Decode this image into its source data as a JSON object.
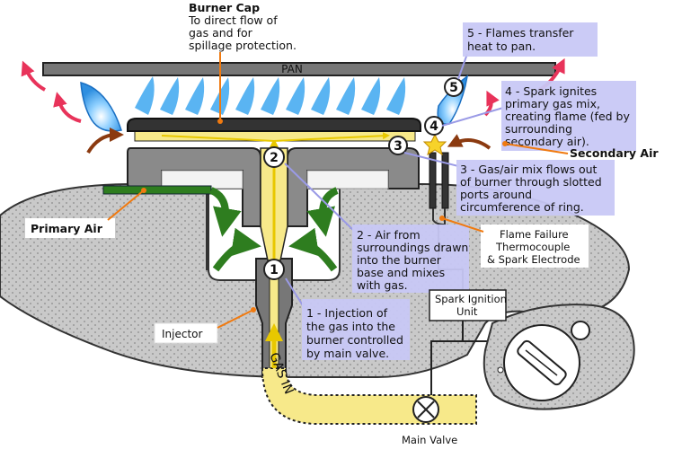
{
  "pan_label": "PAN",
  "burner_cap": {
    "title": "Burner Cap",
    "lines": [
      "To direct flow of",
      "gas and for",
      "spillage protection."
    ]
  },
  "labels": {
    "primary_air": "Primary Air",
    "secondary_air": "Secondary Air",
    "injector": "Injector",
    "flame_failure": [
      "Flame Failure",
      "Thermocouple",
      "& Spark Electrode"
    ],
    "spark_unit": [
      "Spark Ignition",
      "Unit"
    ],
    "main_valve": "Main Valve",
    "gas_in": "GAS IN"
  },
  "steps": [
    {
      "num": "1",
      "lines": [
        "1 - Injection of",
        "the gas into the",
        "burner controlled",
        "by main valve."
      ]
    },
    {
      "num": "2",
      "lines": [
        "2 - Air from",
        "surroundings drawn",
        "into the burner",
        "base and mixes",
        "with gas."
      ]
    },
    {
      "num": "3",
      "lines": [
        "3 - Gas/air mix flows out",
        "of burner through slotted",
        "ports around",
        "circumference of ring."
      ]
    },
    {
      "num": "4",
      "lines": [
        "4 - Spark ignites",
        "primary gas mix,",
        "creating flame (fed by",
        "surrounding",
        "secondary air)."
      ]
    },
    {
      "num": "5",
      "lines": [
        "5 - Flames transfer",
        "heat to pan."
      ]
    }
  ],
  "colors": {
    "callout_bg": "#c8c8f5",
    "gas_yellow": "#f7e98a",
    "green_arrow": "#2e7d1f",
    "secondary_air_arrow": "#8b3a10",
    "heat_arrow": "#e8335a",
    "flame_blue": "#3aa0e8",
    "leader_orange": "#f07a10"
  }
}
